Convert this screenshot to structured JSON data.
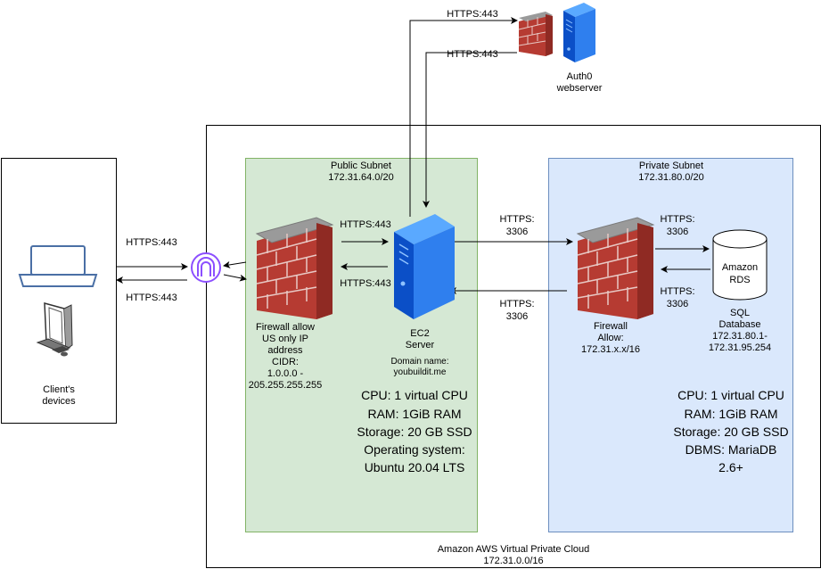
{
  "vpc": {
    "title": "Amazon AWS Virtual Private Cloud",
    "cidr": "172.31.0.0/16"
  },
  "public_subnet": {
    "title": "Public Subnet",
    "cidr": "172.31.64.0/20"
  },
  "private_subnet": {
    "title": "Private Subnet",
    "cidr": "172.31.80.0/20"
  },
  "client": {
    "line1": "Client's",
    "line2": "devices"
  },
  "auth0": {
    "line1": "Auth0",
    "line2": "webserver"
  },
  "firewall_public": {
    "lines": [
      "Firewall allow",
      "US only IP",
      "address",
      "CIDR:",
      "1.0.0.0 -",
      "205.255.255.255"
    ]
  },
  "ec2": {
    "line1": "EC2",
    "line2": "Server",
    "domain_label": "Domain name:",
    "domain": "youbuildit.me",
    "specs": [
      "CPU: 1 virtual CPU",
      "RAM: 1GiB RAM",
      "Storage: 20 GB SSD",
      "Operating system:",
      "Ubuntu 20.04 LTS"
    ]
  },
  "firewall_private": {
    "line1": "Firewall",
    "line2": "Allow:",
    "line3": "172.31.x.x/16"
  },
  "rds": {
    "icon_line1": "Amazon",
    "icon_line2": "RDS",
    "lines": [
      "SQL",
      "Database",
      "172.31.80.1-",
      "172.31.95.254"
    ],
    "specs": [
      "CPU: 1 virtual CPU",
      "RAM: 1GiB RAM",
      "Storage: 20 GB SSD",
      "DBMS: MariaDB",
      "2.6+"
    ]
  },
  "connections": {
    "client_in": "HTTPS:443",
    "client_out": "HTTPS:443",
    "fw_to_ec2": "HTTPS:443",
    "ec2_to_fw": "HTTPS:443",
    "auth_out": "HTTPS:443",
    "auth_in": "HTTPS:443",
    "ec2_to_private": {
      "line1": "HTTPS:",
      "line2": "3306"
    },
    "private_to_ec2": {
      "line1": "HTTPS:",
      "line2": "3306"
    },
    "fw_to_rds": {
      "line1": "HTTPS:",
      "line2": "3306"
    },
    "rds_to_fw": {
      "line1": "HTTPS:",
      "line2": "3306"
    }
  }
}
